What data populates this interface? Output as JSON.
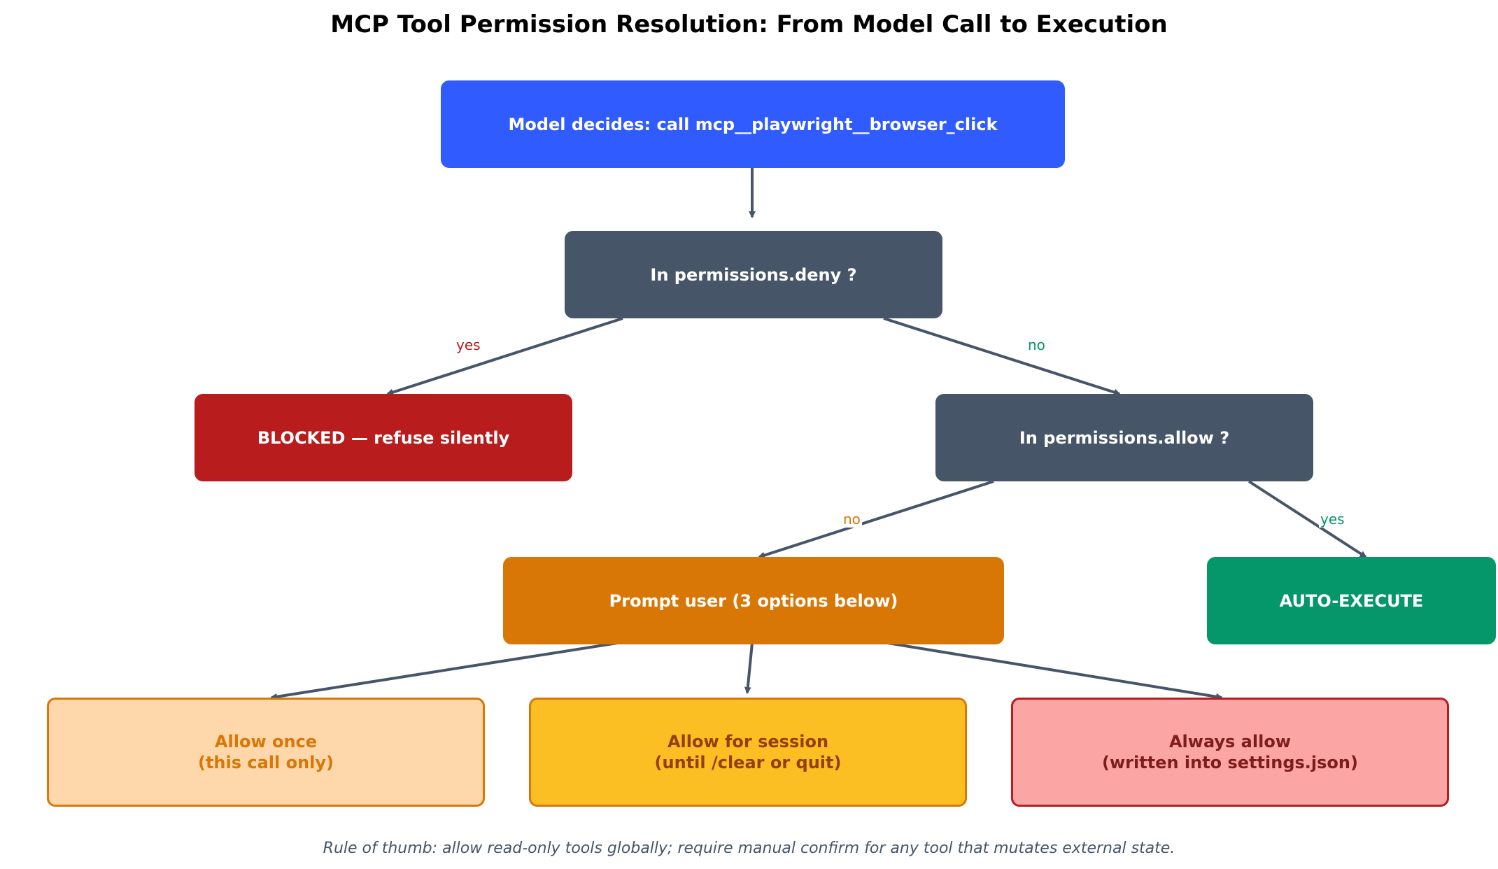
{
  "title": "MCP Tool Permission Resolution: From Model Call to Execution",
  "footer": "Rule of thumb: allow read-only tools globally; require manual confirm for any tool that mutates external state.",
  "nodes": {
    "model": {
      "label": "Model decides: call mcp__playwright__browser_click",
      "fill": "#2f5bff",
      "text": "#ffffff"
    },
    "deny": {
      "label": "In permissions.deny ?",
      "fill": "#475569",
      "text": "#ffffff"
    },
    "blocked": {
      "label": "BLOCKED — refuse silently",
      "fill": "#b91c1c",
      "text": "#ffffff"
    },
    "allow": {
      "label": "In permissions.allow ?",
      "fill": "#475569",
      "text": "#ffffff"
    },
    "prompt": {
      "label": "Prompt user (3 options below)",
      "fill": "#d97706",
      "text": "#ffffff"
    },
    "auto": {
      "label": "AUTO-EXECUTE",
      "fill": "#059669",
      "text": "#ffffff"
    },
    "once": {
      "label": "Allow once\n(this call only)",
      "fill": "#fed7aa",
      "border": "#d97706",
      "text": "#d97706"
    },
    "session": {
      "label": "Allow for session\n(until /clear or quit)",
      "fill": "#fbbf24",
      "border": "#d97706",
      "text": "#92400e"
    },
    "always": {
      "label": "Always allow\n(written into settings.json)",
      "fill": "#fca5a5",
      "border": "#b91c1c",
      "text": "#7f1d1d"
    }
  },
  "edge_labels": {
    "deny_yes": {
      "text": "yes",
      "color": "#b91c1c"
    },
    "deny_no": {
      "text": "no",
      "color": "#059669"
    },
    "allow_no": {
      "text": "no",
      "color": "#d97706"
    },
    "allow_yes": {
      "text": "yes",
      "color": "#059669"
    }
  },
  "edge_color": "#475569"
}
